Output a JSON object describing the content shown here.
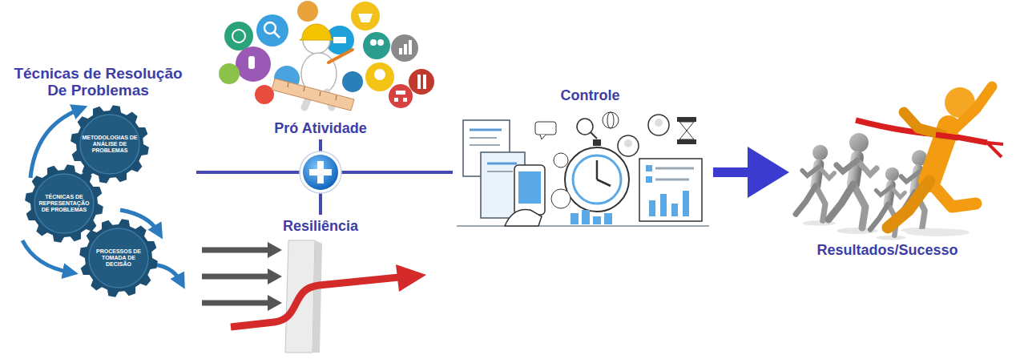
{
  "diagram": {
    "nodes": [
      {
        "text": [
          "Técnicas de Resolução De Problemas"
        ]
      },
      {
        "text": [
          "METODOLOGIAS DE ANÁLISE DE PROBLEMAS"
        ],
        "in": 0
      },
      {
        "text": [
          "TÉCNICAS DE REPRESENTAÇÃO DE PROBLEMAS"
        ],
        "in": 0
      },
      {
        "text": [
          "PROCESSOS DE TOMADA DE DECISÃO"
        ],
        "in": 0
      },
      {
        "text": [
          "Pró Atividade"
        ]
      },
      {
        "text": [
          "Resiliência"
        ]
      },
      {
        "text": [
          "Controle"
        ]
      },
      {
        "text": [
          "Resultados/Sucesso"
        ]
      }
    ],
    "edges": [
      {
        "from": 0,
        "to": 6,
        "arrow": "none"
      },
      {
        "from": 4,
        "to": 5,
        "arrow": "none"
      },
      {
        "from": 6,
        "to": 7,
        "arrow": "to"
      }
    ]
  }
}
